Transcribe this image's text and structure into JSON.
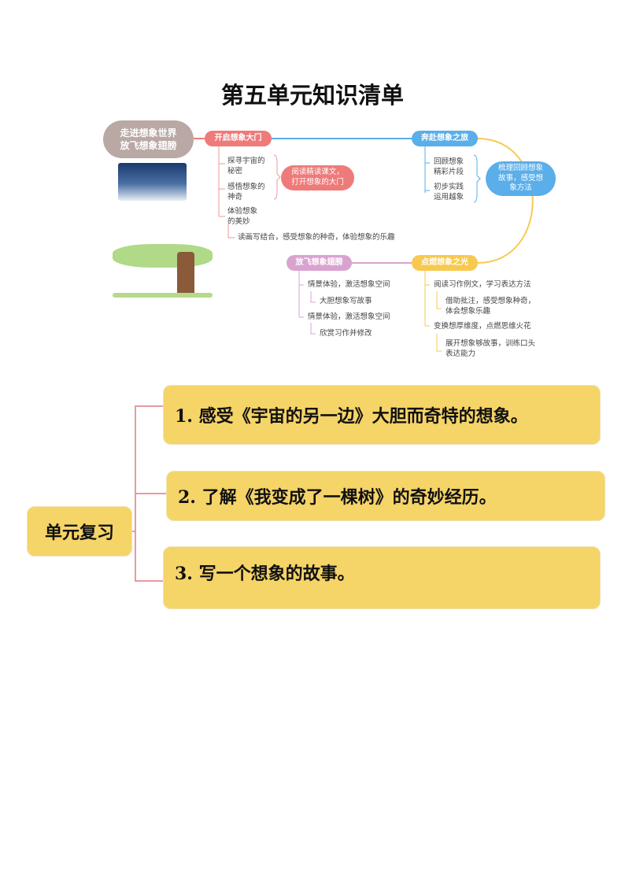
{
  "title": "第五单元知识清单",
  "mindmap": {
    "root": "走进想象世界 放飞想象翅膀",
    "node1": {
      "label": "开启想象大门",
      "items": [
        "探寻宇宙的秘密",
        "感悟想象的神奇",
        "体验想象的美妙"
      ],
      "summary": "阅读精读课文，打开想象的大门",
      "note": "读画写结合，感受想象的种奇，体验想象的乐趣"
    },
    "node2": {
      "label": "奔赴想象之旅",
      "items": [
        "回顾想象精彩片段",
        "初步实践运用越象"
      ],
      "summary": "梳理回顾想象故事，感受想象方法"
    },
    "node3": {
      "label": "点燃想象之光",
      "items": [
        "阅读习作例文，学习表达方法",
        "借助批注，感受想象种奇，体会想象乐趣",
        "变换想厚维度，点燃思维火花",
        "展开想象够故事，训练口头表达能力"
      ]
    },
    "node4": {
      "label": "放飞想象翅膀",
      "items": [
        "情景体验，激活想象空间",
        "大胆想象写故事",
        "情景体验，激活想象空间",
        "欣赏习作并修改"
      ]
    },
    "colors": {
      "root": "#b9a8a4",
      "red": "#ee7b7a",
      "blue": "#5aaeea",
      "yellow": "#f7c94f",
      "purple": "#d9a3d0"
    }
  },
  "review": {
    "label": "单元复习",
    "items": [
      "1. 感受《宇宙的另一边》大胆而奇特的想象。",
      "2. 了解《我变成了一棵树》的奇妙经历。",
      "3. 写一个想象的故事。"
    ]
  }
}
